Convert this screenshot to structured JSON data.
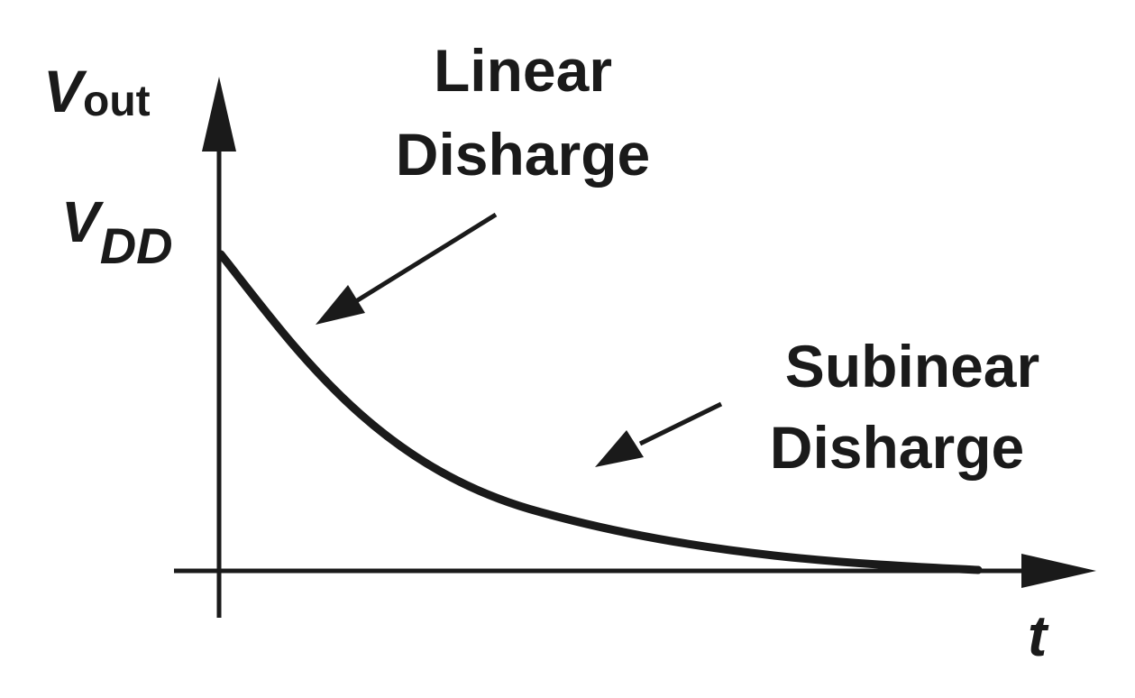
{
  "axes": {
    "y_label_main": "V",
    "y_label_sub": "out",
    "x_label": "t",
    "vdd_main": "V",
    "vdd_sub": "DD"
  },
  "annotations": {
    "linear": {
      "line1": "Linear",
      "line2": "Disharge"
    },
    "subinear": {
      "line1": "Subinear",
      "line2": "Disharge"
    }
  },
  "colors": {
    "ink": "#1a1a1a",
    "background": "#ffffff"
  }
}
